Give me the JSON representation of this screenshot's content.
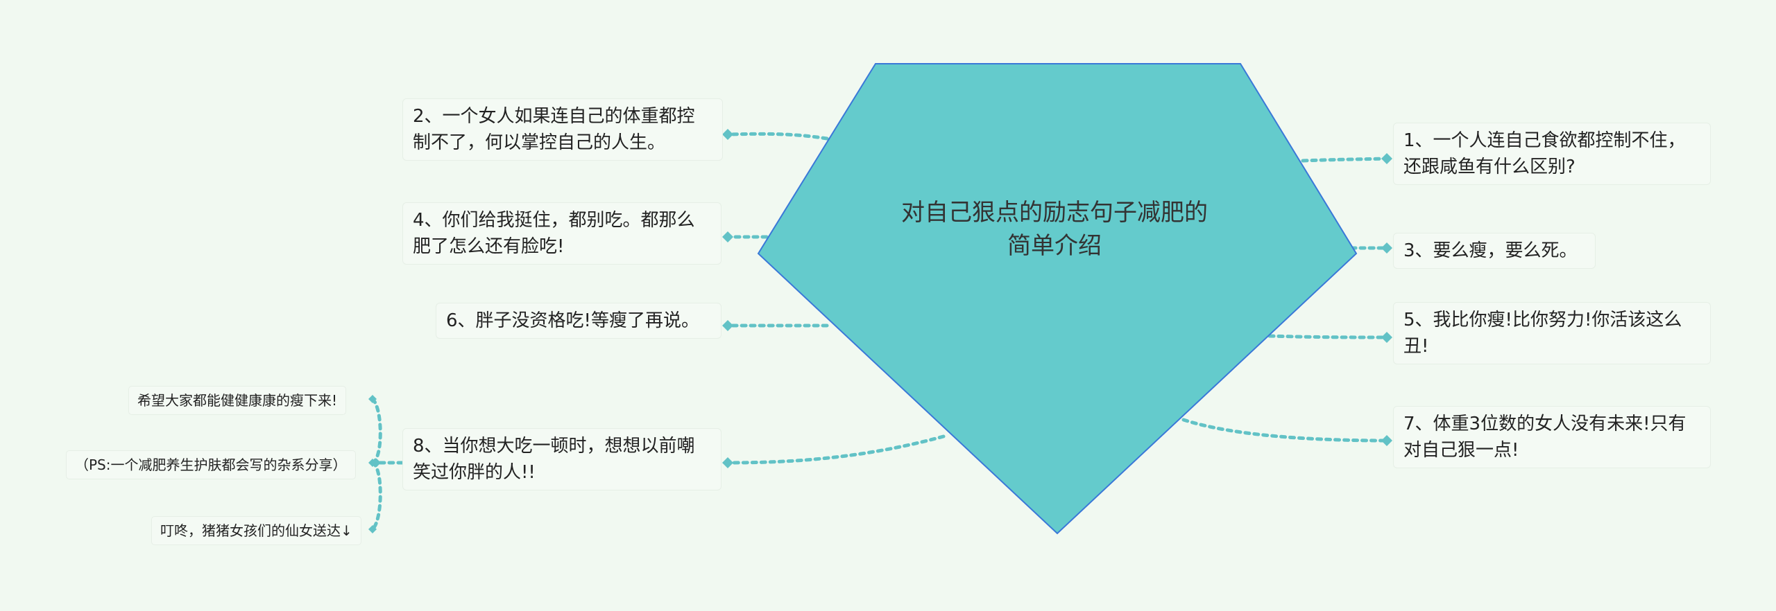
{
  "colors": {
    "background": "#f1f9f1",
    "center_fill": "#64cbcc",
    "center_border": "#3a78d8",
    "connector": "#62c2c6"
  },
  "center": {
    "title": "对自己狠点的励志句子减肥的简单介绍"
  },
  "branches": {
    "b1": "1、一个人连自己食欲都控制不住，还跟咸鱼有什么区别?",
    "b2": "2、一个女人如果连自己的体重都控制不了，何以掌控自己的人生。",
    "b3": "3、要么瘦，要么死。",
    "b4": "4、你们给我挺住，都别吃。都那么肥了怎么还有脸吃!",
    "b5": "5、我比你瘦!比你努力!你活该这么丑!",
    "b6": "6、胖子没资格吃!等瘦了再说。",
    "b7": "7、体重3位数的女人没有未来!只有对自己狠一点!",
    "b8": "8、当你想大吃一顿时，想想以前嘲笑过你胖的人!!"
  },
  "sub_branches": {
    "s1": "希望大家都能健健康康的瘦下来!",
    "s2": "（PS:一个减肥养生护肤都会写的杂系分享）",
    "s3": "叮咚，猪猪女孩们的仙女送达↓"
  }
}
